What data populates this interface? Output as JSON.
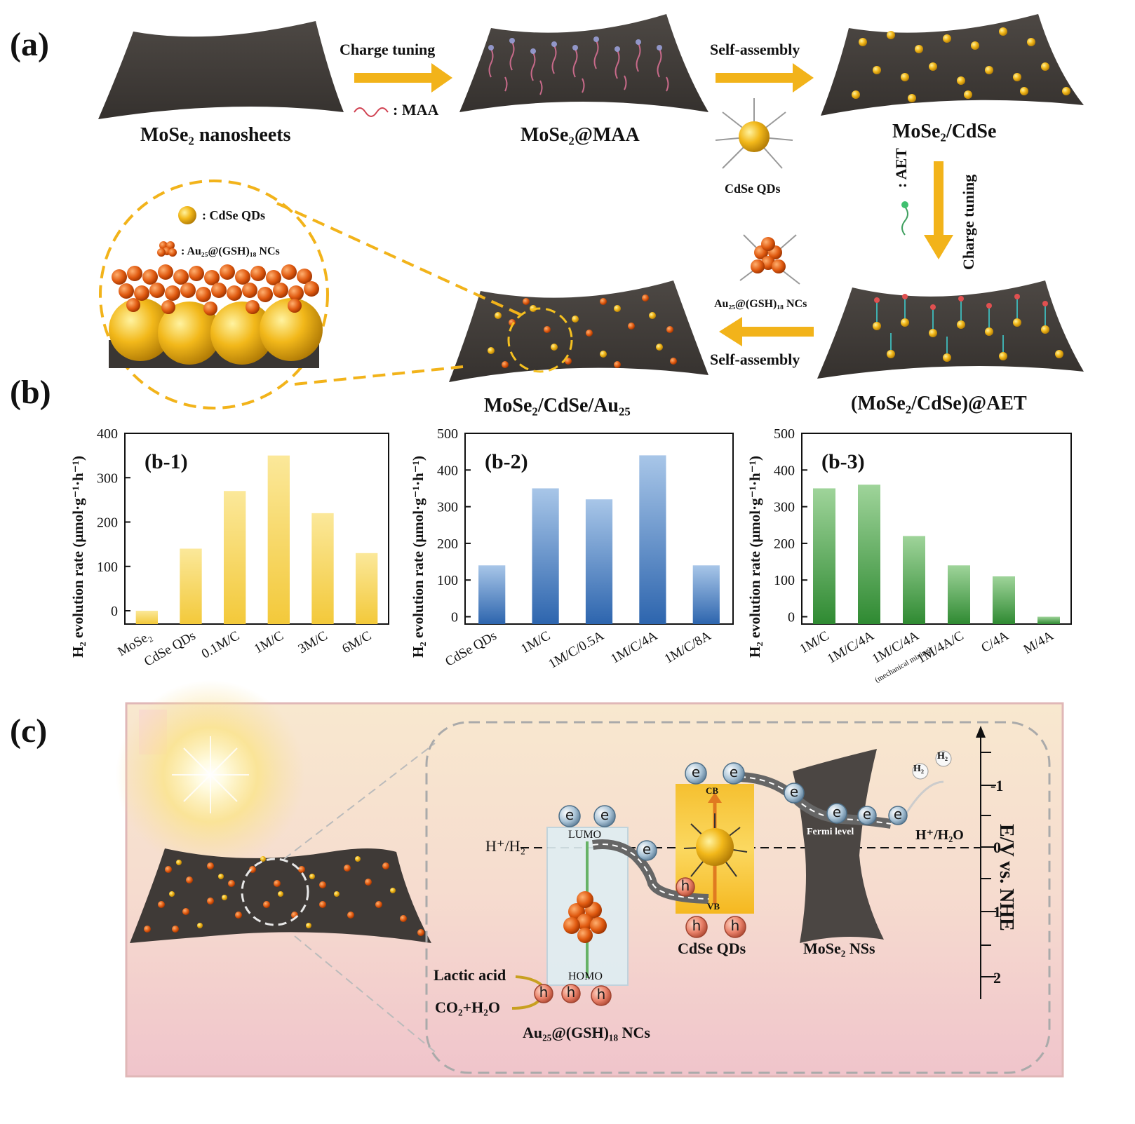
{
  "panel_a": {
    "label": "(a)",
    "charge_tuning_1": "Charge tuning",
    "maa_legend": ": MAA",
    "self_assembly_1": "Self-assembly",
    "cdse_qds_legend": "CdSe QDs",
    "aet_legend": ": AET",
    "charge_tuning_2": "Charge tuning",
    "au25_legend": "Au₂₅@(GSH)₁₈ NCs",
    "self_assembly_2": "Self-assembly",
    "zoom_legend_cdse": ": CdSe QDs",
    "zoom_legend_au": ": Au₂₅@(GSH)₁₈ NCs",
    "sheets": {
      "s1": "MoSe₂ nanosheets",
      "s2": "MoSe₂@MAA",
      "s3": "MoSe₂/CdSe",
      "s4": "(MoSe₂/CdSe)@AET",
      "s5": "MoSe₂/CdSe/Au₂₅"
    }
  },
  "panel_b": {
    "label": "(b)",
    "ylabel": "H₂ evolution rate (μmol·g⁻¹·h⁻¹)"
  },
  "chart_data": [
    {
      "type": "bar",
      "title": "(b-1)",
      "ylabel": "H₂ evolution rate (μmol·g⁻¹·h⁻¹)",
      "categories": [
        "MoSe₂",
        "CdSe QDs",
        "0.1M/C",
        "1M/C",
        "3M/C",
        "6M/C"
      ],
      "values": [
        0,
        140,
        270,
        350,
        220,
        130
      ],
      "ylim": [
        -30,
        400
      ],
      "yticks": [
        0,
        100,
        200,
        300,
        400
      ],
      "color": "#f5d24a"
    },
    {
      "type": "bar",
      "title": "(b-2)",
      "ylabel": "H₂ evolution rate (μmol·g⁻¹·h⁻¹)",
      "categories": [
        "CdSe QDs",
        "1M/C",
        "1M/C/0.5A",
        "1M/C/4A",
        "1M/C/8A"
      ],
      "values": [
        140,
        350,
        320,
        440,
        140
      ],
      "ylim": [
        -20,
        500
      ],
      "yticks": [
        0,
        100,
        200,
        300,
        400,
        500
      ],
      "color": "#3a78c0"
    },
    {
      "type": "bar",
      "title": "(b-3)",
      "ylabel": "H₂ evolution rate (μmol·g⁻¹·h⁻¹)",
      "categories": [
        "1M/C",
        "1M/C/4A",
        "1M/C/4A",
        "1M/4A/C",
        "C/4A",
        "M/4A"
      ],
      "category_notes": [
        "",
        "",
        "(mechanical mixing)",
        "",
        "",
        ""
      ],
      "values": [
        350,
        360,
        220,
        140,
        110,
        0
      ],
      "ylim": [
        -20,
        500
      ],
      "yticks": [
        0,
        100,
        200,
        300,
        400,
        500
      ],
      "color": "#3f9a3f"
    }
  ],
  "panel_c": {
    "label": "(c)",
    "h_h2": "H⁺/H₂",
    "lumo": "LUMO",
    "homo": "HOMO",
    "cb": "CB",
    "vb": "VB",
    "fermi": "Fermi level",
    "h_h2o": "H⁺/H₂O",
    "h2_a": "H₂",
    "h2_b": "H₂",
    "cdse_label": "CdSe QDs",
    "mose2_label": "MoSe₂ NSs",
    "au_label": "Au₂₅@(GSH)₁₈ NCs",
    "lactic": "Lactic acid",
    "co2": "CO₂+H₂O",
    "electron": "e",
    "hole": "h",
    "axis_title": "E/V vs. NHE",
    "axis_ticks": [
      "-1",
      "0",
      "1",
      "2"
    ]
  }
}
